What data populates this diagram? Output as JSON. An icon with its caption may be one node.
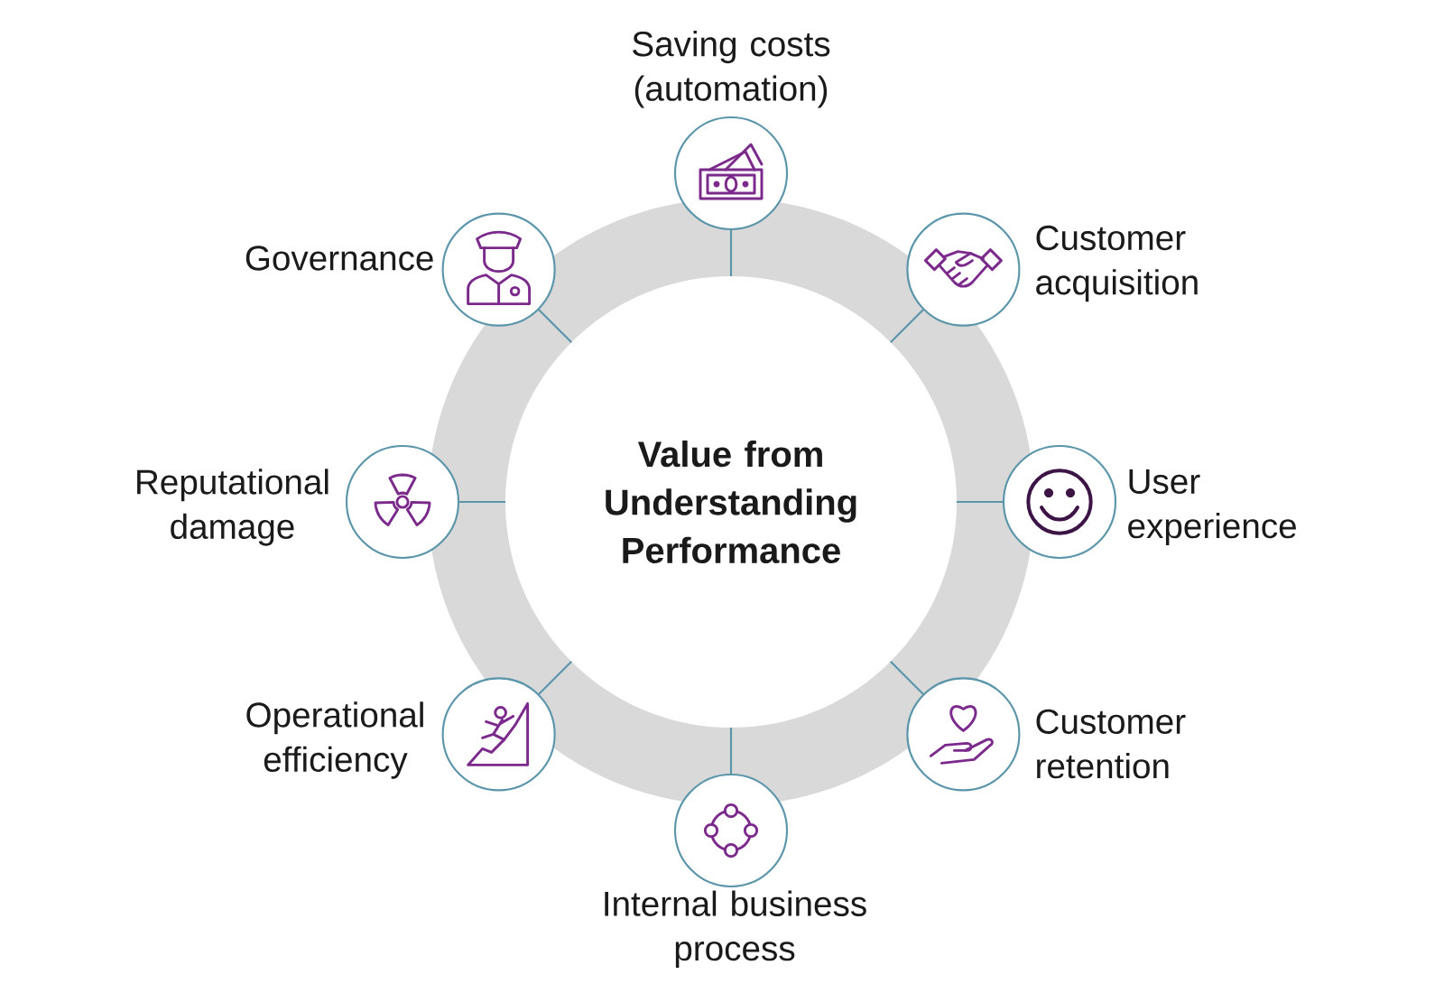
{
  "diagram": {
    "nodes": [
      {
        "text": [
          "Value from Understanding Performance"
        ]
      },
      {
        "text": [],
        "shape": "circle",
        "beside": [
          "Saving costs (automation)"
        ]
      },
      {
        "text": [],
        "shape": "circle",
        "beside": [
          "Customer acquisition"
        ]
      },
      {
        "text": [],
        "shape": "circle",
        "beside": [
          "User experience"
        ]
      },
      {
        "text": [],
        "shape": "circle",
        "beside": [
          "Customer retention"
        ]
      },
      {
        "text": [],
        "shape": "circle",
        "beside": [
          "Internal business process"
        ]
      },
      {
        "text": [],
        "shape": "circle",
        "beside": [
          "Operational efficiency"
        ]
      },
      {
        "text": [],
        "shape": "circle",
        "beside": [
          "Reputational damage"
        ]
      },
      {
        "text": [],
        "shape": "circle",
        "beside": [
          "Governance"
        ]
      }
    ],
    "edges": [
      {
        "from": 0,
        "to": 1,
        "arrow": "none"
      },
      {
        "from": 0,
        "to": 2,
        "arrow": "none"
      },
      {
        "from": 0,
        "to": 3,
        "arrow": "none"
      },
      {
        "from": 0,
        "to": 4,
        "arrow": "none"
      },
      {
        "from": 0,
        "to": 5,
        "arrow": "none"
      },
      {
        "from": 0,
        "to": 6,
        "arrow": "none"
      },
      {
        "from": 0,
        "to": 7,
        "arrow": "none"
      },
      {
        "from": 0,
        "to": 8,
        "arrow": "none"
      }
    ]
  }
}
